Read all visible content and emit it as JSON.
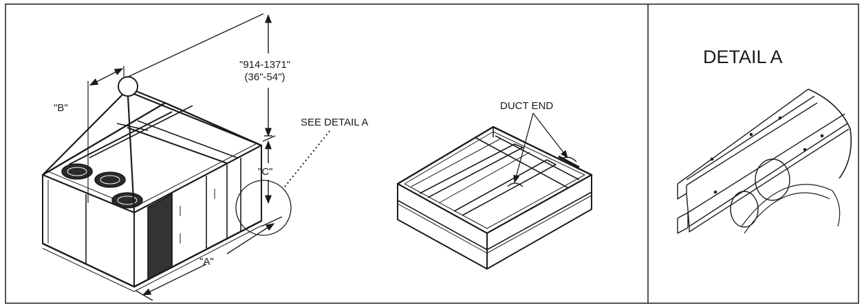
{
  "labels": {
    "dim_span_line1": "\"914-1371\"",
    "dim_span_line2": "(36\"-54\")",
    "dim_b": "\"B\"",
    "dim_c": "\"C\"",
    "dim_a": "\"A\"",
    "see_detail": "SEE DETAIL A",
    "duct_end": "DUCT END",
    "detail_title": "DETAIL A"
  },
  "colors": {
    "line": "#1a1a1a",
    "background": "#ffffff"
  }
}
